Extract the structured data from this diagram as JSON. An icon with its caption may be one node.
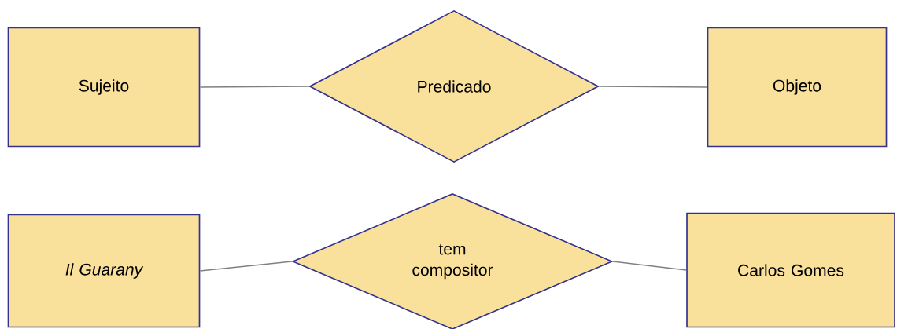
{
  "diagram": {
    "nodes": [
      {
        "text": [
          "Sujeito"
        ]
      },
      {
        "text": [
          "Predicado"
        ]
      },
      {
        "text": [
          "Objeto"
        ]
      },
      {
        "text": [
          "Il Guarany"
        ]
      },
      {
        "text": [
          "tem compositor"
        ]
      },
      {
        "text": [
          "Carlos Gomes"
        ]
      }
    ],
    "edges": [
      {
        "from": 0,
        "to": 1,
        "arrow": "none"
      },
      {
        "from": 1,
        "to": 2,
        "arrow": "none"
      },
      {
        "from": 3,
        "to": 4,
        "arrow": "none"
      },
      {
        "from": 4,
        "to": 5,
        "arrow": "none"
      }
    ]
  }
}
